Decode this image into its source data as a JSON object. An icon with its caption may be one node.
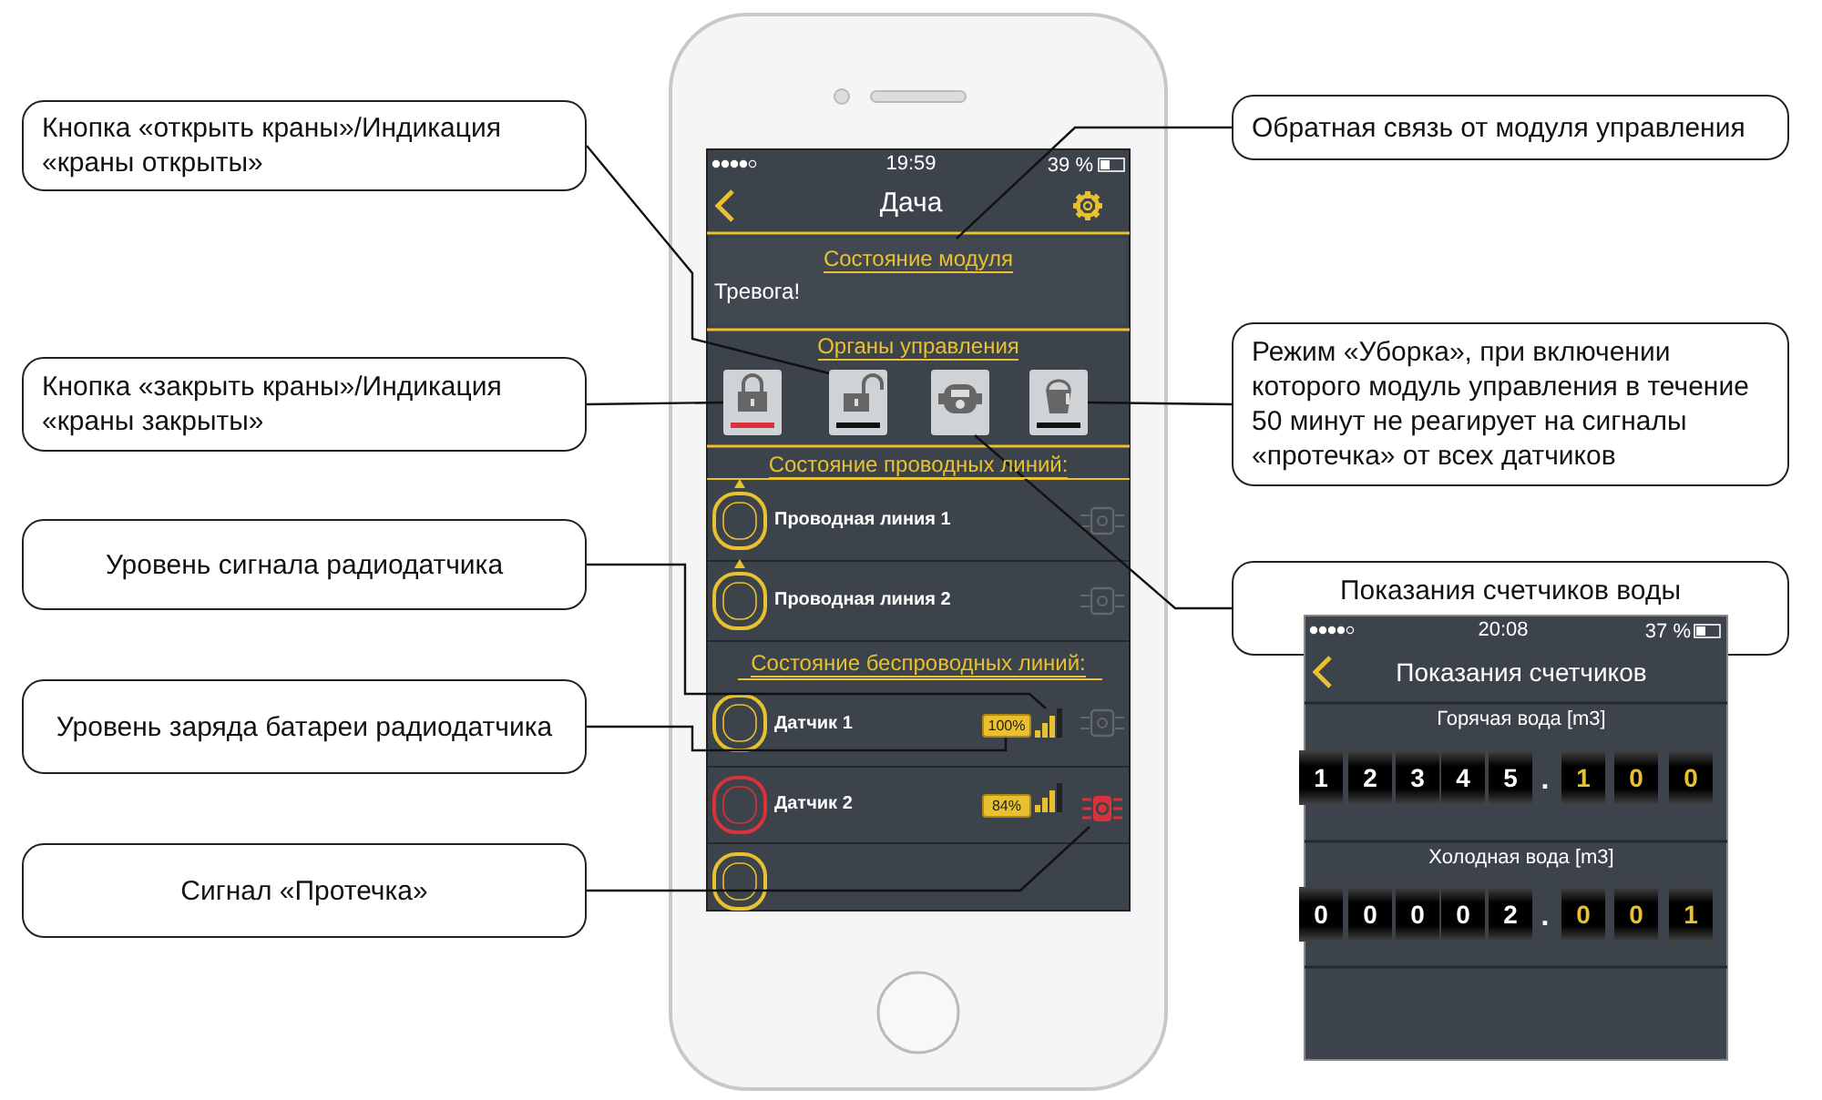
{
  "diagram": {
    "nodes": [
      {
        "text": [
          "Кнопка «открыть краны»/Индикация «краны открыты»"
        ]
      },
      {
        "text": [
          "Кнопка «закрыть краны»/Индикация «краны закрыты»"
        ]
      },
      {
        "text": [
          "Уровень сигнала радиодатчика"
        ]
      },
      {
        "text": [
          "Уровень заряда батареи радиодатчика"
        ]
      },
      {
        "text": [
          "Сигнал «Протечка»"
        ]
      },
      {
        "text": [
          "Обратная связь от модуля управления"
        ]
      },
      {
        "text": [
          "Режим «Уборка», при включении которого модуль управления в течение 50 минут не реагирует на сигналы «протечка» от всех датчиков"
        ]
      },
      {
        "text": [
          "Показания счетчиков воды"
        ]
      },
      {
        "text": [
          "Состояние модуля",
          "Тревога!"
        ]
      },
      {
        "text": [],
        "shape": "box"
      },
      {
        "text": [],
        "shape": "box"
      },
      {
        "text": [],
        "shape": "box"
      },
      {
        "text": [],
        "shape": "box"
      },
      {
        "text": [
          "100%"
        ]
      },
      {
        "text": [
          "84%"
        ]
      },
      {
        "text": [],
        "shape": "picture"
      },
      {
        "text": [],
        "shape": "picture"
      }
    ],
    "edges": [
      {
        "from": 0,
        "to": 10,
        "arrow": "none"
      },
      {
        "from": 1,
        "to": 9,
        "arrow": "none"
      },
      {
        "from": 2,
        "to": 15,
        "arrow": "none"
      },
      {
        "from": 3,
        "to": 13,
        "arrow": "none"
      },
      {
        "from": 4,
        "to": 16,
        "arrow": "none"
      },
      {
        "from": 5,
        "to": 8,
        "arrow": "none"
      },
      {
        "from": 6,
        "to": 12,
        "arrow": "none"
      },
      {
        "from": 7,
        "to": 11,
        "arrow": "none"
      }
    ],
    "labels": [
      "19:59",
      "39 %",
      "Дача",
      "Органы управления",
      "Состояние проводных линий:",
      "Проводная линия 1",
      "Проводная линия 2",
      "Состояние беспроводных линий:",
      "Датчик 1",
      "Датчик 2",
      "20:08",
      "37 %",
      "Показания счетчиков",
      "Горячая вода [m3]",
      "1",
      "2",
      "3",
      "4",
      "5",
      ".",
      "1",
      "0",
      "0",
      "Холодная вода [m3]",
      "0",
      "0",
      "0",
      "0",
      "2",
      ".",
      "0",
      "0",
      "1"
    ]
  }
}
